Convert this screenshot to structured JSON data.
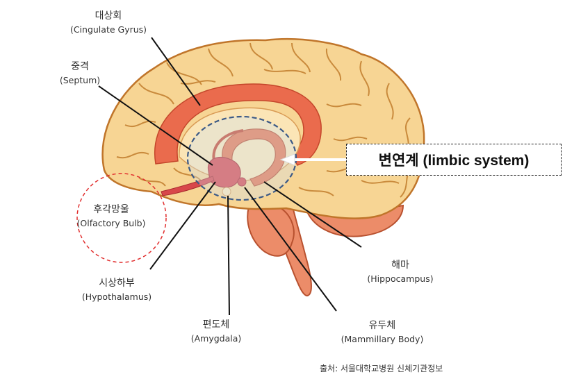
{
  "labels": {
    "cingulate": {
      "ko": "대상회",
      "en": "(Cingulate Gyrus)"
    },
    "septum": {
      "ko": "중격",
      "en": "(Septum)"
    },
    "olfactory": {
      "ko": "후각망울",
      "en": "(Olfactory Bulb)"
    },
    "hypothalamus": {
      "ko": "시상하부",
      "en": "(Hypothalamus)"
    },
    "amygdala": {
      "ko": "편도체",
      "en": "(Amygdala)"
    },
    "mammillary": {
      "ko": "유두체",
      "en": "(Mammillary Body)"
    },
    "hippocampus": {
      "ko": "해마",
      "en": "(Hippocampus)"
    }
  },
  "callout": "변연계 (limbic system)",
  "source": "출처: 서울대학교병원 신체기관정보",
  "colors": {
    "cortex": "#f7d594",
    "cortex_outline": "#c0752a",
    "cingulate": "#ea6b4d",
    "limbic_core": "#d8474a",
    "brainstem": "#ec8c69",
    "dashed_ellipse": "#3c5a86",
    "olfactory_circle": "#e12d2d"
  }
}
